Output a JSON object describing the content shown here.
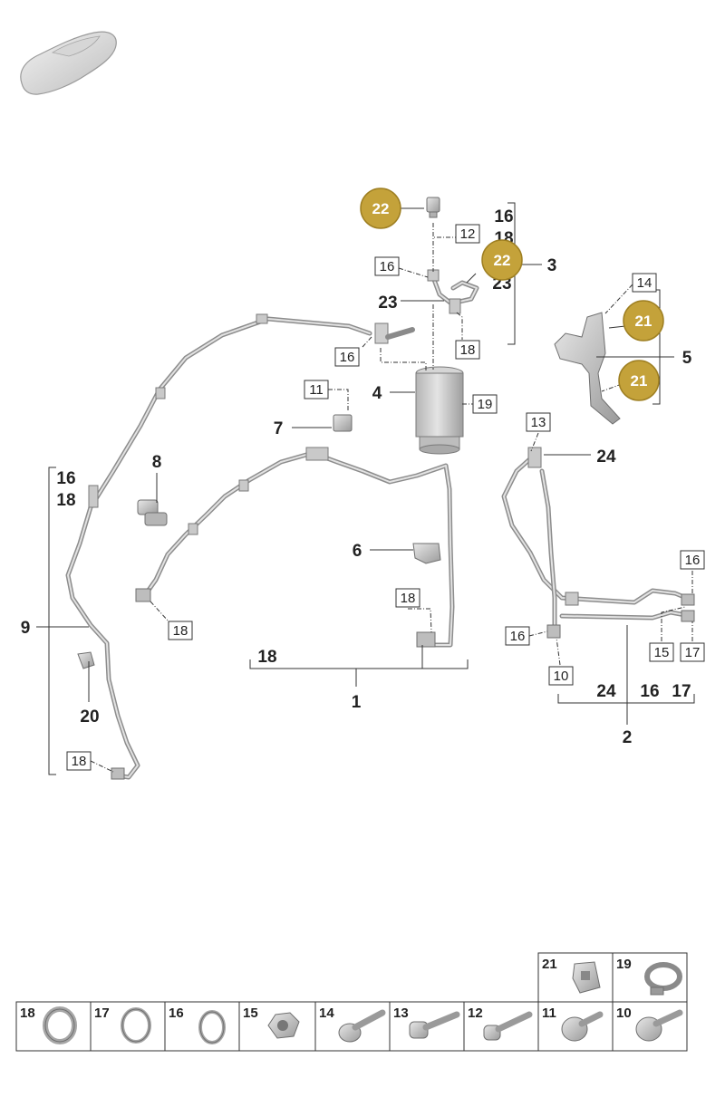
{
  "colors": {
    "badge": "#c4a23a",
    "badge_stroke": "#9e7f22",
    "pipe": "#8d8d8d"
  },
  "icons": {
    "vehicle": "car-silhouette-icon"
  },
  "callouts": [
    {
      "id": "c1",
      "text": "1"
    },
    {
      "id": "c2",
      "text": "2"
    },
    {
      "id": "c3",
      "text": "3"
    },
    {
      "id": "c4",
      "text": "4"
    },
    {
      "id": "c5",
      "text": "5"
    },
    {
      "id": "c6",
      "text": "6"
    },
    {
      "id": "c7",
      "text": "7"
    },
    {
      "id": "c8",
      "text": "8"
    },
    {
      "id": "c9",
      "text": "9"
    },
    {
      "id": "c16a",
      "text": "16"
    },
    {
      "id": "c18a",
      "text": "18"
    },
    {
      "id": "c20",
      "text": "20"
    },
    {
      "id": "c18b",
      "text": "18"
    },
    {
      "id": "c23a",
      "text": "23"
    },
    {
      "id": "c24a",
      "text": "24"
    },
    {
      "id": "c24b",
      "text": "24"
    },
    {
      "id": "c16b",
      "text": "16"
    },
    {
      "id": "c17b",
      "text": "17"
    },
    {
      "id": "c16c",
      "text": "16"
    },
    {
      "id": "c18c",
      "text": "18"
    },
    {
      "id": "c23c",
      "text": "23"
    }
  ],
  "boxed_labels": [
    {
      "id": "b12",
      "text": "12"
    },
    {
      "id": "b16a",
      "text": "16"
    },
    {
      "id": "b16b",
      "text": "16"
    },
    {
      "id": "b18a",
      "text": "18"
    },
    {
      "id": "b11",
      "text": "11"
    },
    {
      "id": "b19",
      "text": "19"
    },
    {
      "id": "b14",
      "text": "14"
    },
    {
      "id": "b13",
      "text": "13"
    },
    {
      "id": "b18b",
      "text": "18"
    },
    {
      "id": "b18c",
      "text": "18"
    },
    {
      "id": "b18d",
      "text": "18"
    },
    {
      "id": "b16c",
      "text": "16"
    },
    {
      "id": "b16d",
      "text": "16"
    },
    {
      "id": "b15",
      "text": "15"
    },
    {
      "id": "b17",
      "text": "17"
    },
    {
      "id": "b10",
      "text": "10"
    }
  ],
  "badges": [
    {
      "id": "g22a",
      "text": "22"
    },
    {
      "id": "g22b",
      "text": "22"
    },
    {
      "id": "g21a",
      "text": "21"
    },
    {
      "id": "g21b",
      "text": "21"
    }
  ],
  "legend": {
    "top_row": [
      {
        "number": "21",
        "icon": "clip-nut-icon"
      },
      {
        "number": "19",
        "icon": "hose-clamp-icon"
      }
    ],
    "bottom_row": [
      {
        "number": "18",
        "icon": "seal-ring-icon"
      },
      {
        "number": "17",
        "icon": "seal-ring-icon"
      },
      {
        "number": "16",
        "icon": "seal-ring-icon"
      },
      {
        "number": "15",
        "icon": "hex-nut-icon"
      },
      {
        "number": "14",
        "icon": "flange-bolt-icon"
      },
      {
        "number": "13",
        "icon": "socket-bolt-icon"
      },
      {
        "number": "12",
        "icon": "socket-bolt-icon"
      },
      {
        "number": "11",
        "icon": "torx-bolt-icon"
      },
      {
        "number": "10",
        "icon": "torx-bolt-icon"
      }
    ]
  }
}
